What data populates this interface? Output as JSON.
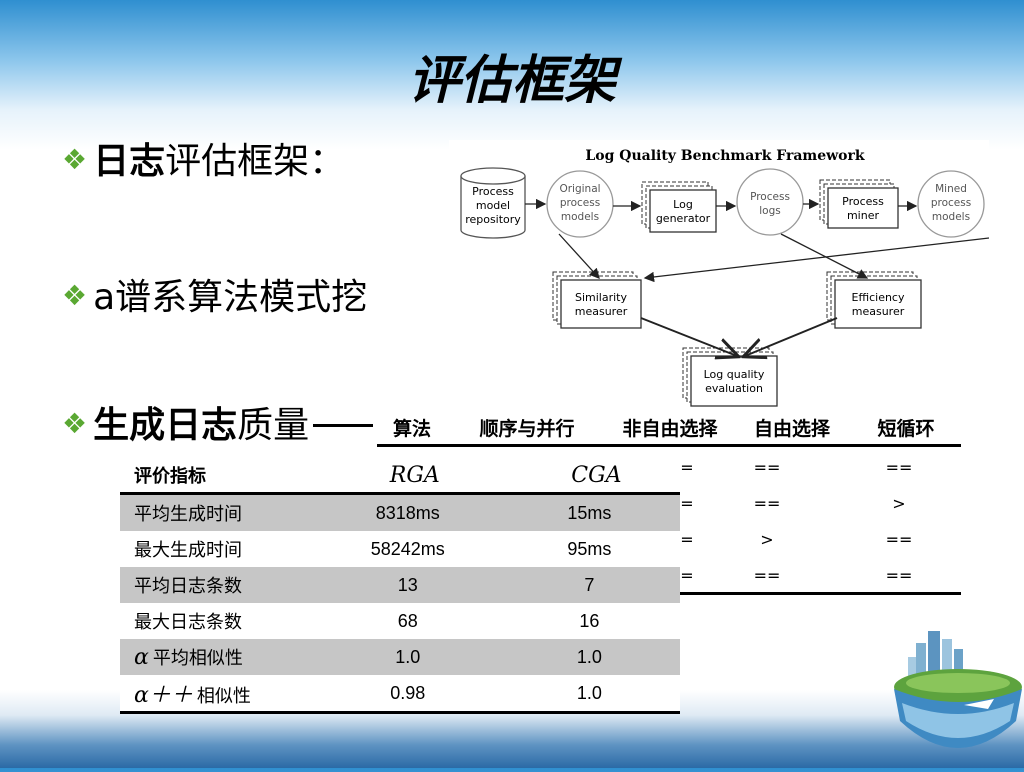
{
  "slide": {
    "title": "评估框架"
  },
  "bullets": [
    {
      "bold": "日志",
      "text": "评估框架："
    },
    {
      "bold": "",
      "text": "a谱系算法模式挖"
    },
    {
      "bold": "生成日志",
      "text": "质量"
    }
  ],
  "framework": {
    "title": "Log Quality Benchmark Framework",
    "nodes": {
      "repo": [
        "Process",
        "model",
        "repository"
      ],
      "original": [
        "Original",
        "process",
        "models"
      ],
      "generator": [
        "Log",
        "generator"
      ],
      "logs": [
        "Process",
        "logs"
      ],
      "miner": [
        "Process",
        "miner"
      ],
      "mined": [
        "Mined",
        "process",
        "models"
      ],
      "similarity": [
        "Similarity",
        "measurer"
      ],
      "efficiency": [
        "Efficiency",
        "measurer"
      ],
      "evaluation": [
        "Log quality",
        "evaluation"
      ]
    }
  },
  "comparison": {
    "headers": [
      "算法",
      "顺序与并行",
      "非自由选择",
      "自由选择",
      "短循环"
    ],
    "rows": [
      [
        "=",
        "==",
        "=="
      ],
      [
        "=",
        "==",
        ">"
      ],
      [
        "=",
        ">",
        "=="
      ],
      [
        "=",
        "==",
        "=="
      ]
    ]
  },
  "evaluation": {
    "headers": [
      "评价指标",
      "RGA",
      "CGA"
    ],
    "rows": [
      {
        "greek": "",
        "metric": "平均生成时间",
        "rga": "8318ms",
        "cga": "15ms"
      },
      {
        "greek": "",
        "metric": "最大生成时间",
        "rga": "58242ms",
        "cga": "95ms"
      },
      {
        "greek": "",
        "metric": "平均日志条数",
        "rga": "13",
        "cga": "7"
      },
      {
        "greek": "",
        "metric": "最大日志条数",
        "rga": "68",
        "cga": "16"
      },
      {
        "greek": "α",
        "metric": "平均相似性",
        "rga": "1.0",
        "cga": "1.0"
      },
      {
        "greek": "α＋＋",
        "metric": "相似性",
        "rga": "0.98",
        "cga": "1.0"
      }
    ]
  },
  "colors": {
    "bullet": "#5aa832",
    "shade": "#c6c6c6",
    "sky": "#2f8fd0"
  }
}
